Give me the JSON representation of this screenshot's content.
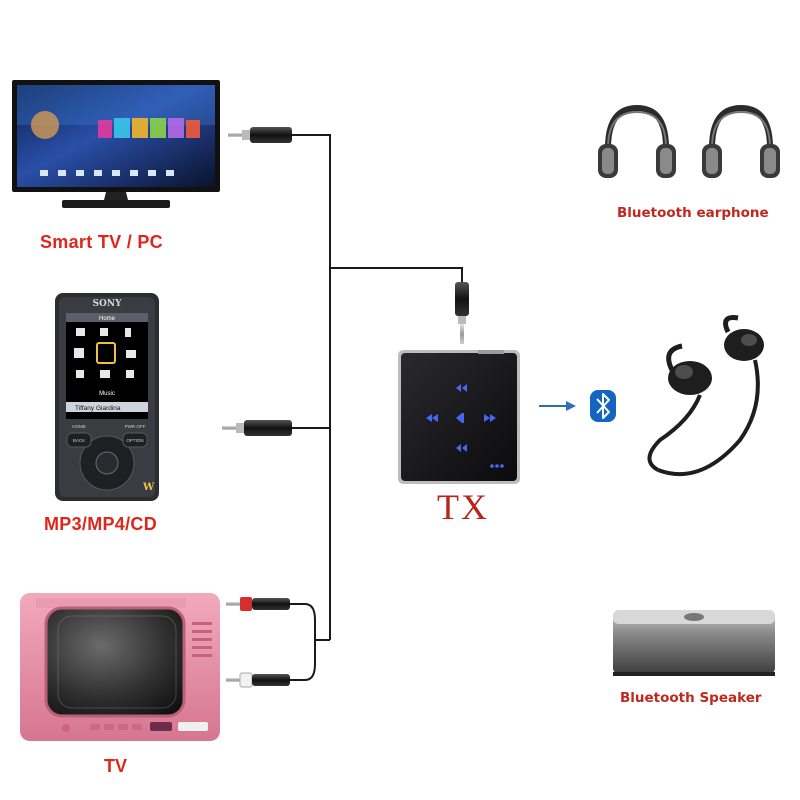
{
  "sources": {
    "smart_tv_label": "Smart TV / PC",
    "mp3_label": "MP3/MP4/CD",
    "tv_label": "TV"
  },
  "player": {
    "brand": "SONY",
    "screen_title": "Home",
    "menu_label": "Music",
    "now_playing": "Tiffany Giardina",
    "back_label": "BACK",
    "option_label": "OPTION",
    "home_label": "HOME",
    "pwr_label": "PWR OFF"
  },
  "transmitter": {
    "label": "TX"
  },
  "outputs": {
    "earphone_label": "Bluetooth earphone",
    "speaker_label": "Bluetooth Speaker"
  },
  "colors": {
    "caption_red": "#e0261b",
    "tx_red": "#b8231c",
    "cable": "#1a1a1a",
    "bluetooth_blue": "#1565c0",
    "tv_pink": "#e58aa6",
    "arrow_blue": "#2f6db5"
  }
}
